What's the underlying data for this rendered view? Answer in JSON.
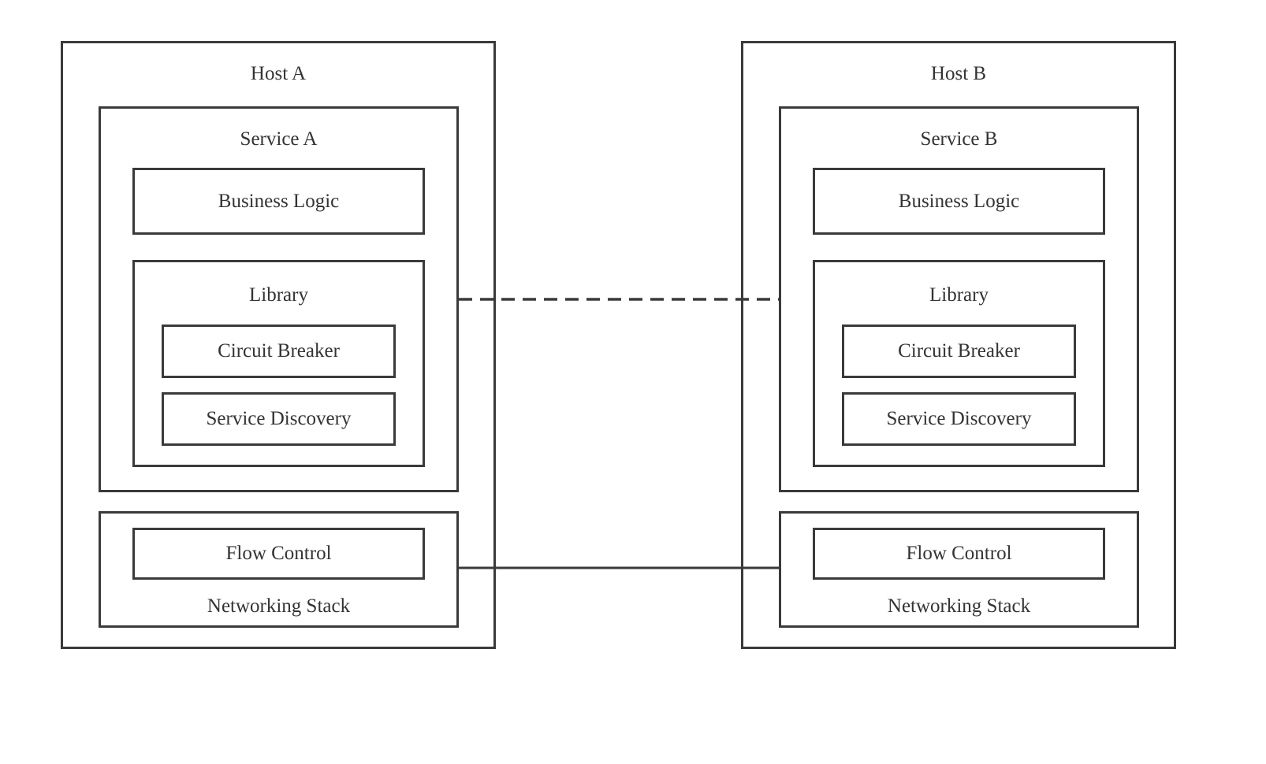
{
  "hosts": [
    {
      "title": "Host A",
      "service": {
        "title": "Service A",
        "business_logic": "Business Logic",
        "library": {
          "title": "Library",
          "circuit_breaker": "Circuit Breaker",
          "service_discovery": "Service Discovery"
        }
      },
      "networking": {
        "flow_control": "Flow Control",
        "title": "Networking Stack"
      }
    },
    {
      "title": "Host B",
      "service": {
        "title": "Service B",
        "business_logic": "Business Logic",
        "library": {
          "title": "Library",
          "circuit_breaker": "Circuit Breaker",
          "service_discovery": "Service Discovery"
        }
      },
      "networking": {
        "flow_control": "Flow Control",
        "title": "Networking Stack"
      }
    }
  ],
  "connections": [
    {
      "from": "Service A",
      "to": "Service B",
      "style": "dashed"
    },
    {
      "from": "Networking Stack A",
      "to": "Networking Stack B",
      "style": "solid"
    }
  ],
  "colors": {
    "stroke": "#3a3a3a",
    "text": "#333333",
    "background": "#ffffff"
  }
}
